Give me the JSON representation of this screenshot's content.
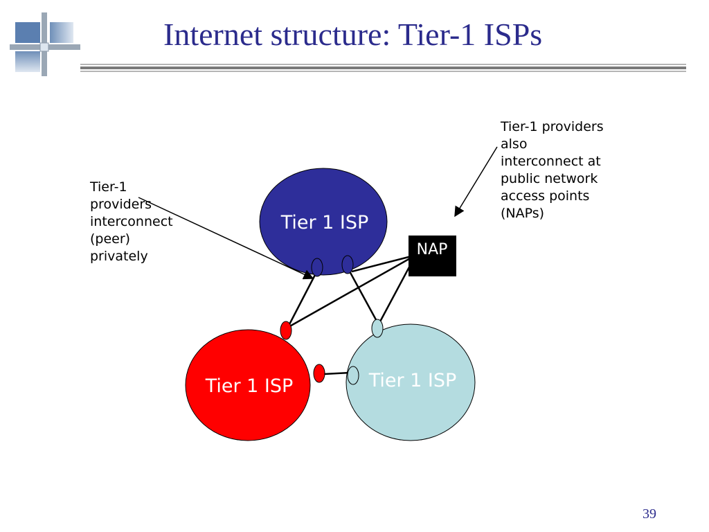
{
  "title": "Internet structure: Tier-1 ISPs",
  "annotations": {
    "private_peering": "Tier-1\nproviders\ninterconnect\n(peer)\nprivately",
    "public_naps": "Tier-1 providers\nalso\ninterconnect at\npublic network\naccess points\n(NAPs)"
  },
  "isps": [
    {
      "label": "Tier 1 ISP",
      "color": "#2e2e9a",
      "text_color": "#ffffff"
    },
    {
      "label": "Tier 1 ISP",
      "color": "#ff0000",
      "text_color": "#ffffff"
    },
    {
      "label": "Tier 1 ISP",
      "color": "#b4dce0",
      "text_color": "#ffffff"
    }
  ],
  "nap": {
    "label": "NAP",
    "color": "#000000",
    "text_color": "#ffffff"
  },
  "page_number": "39",
  "colors": {
    "title": "#2b2b8c",
    "rule_dark": "#7a7a7a",
    "rule_light": "#b5b5b5",
    "router_blue": "#2e2e9a",
    "router_red": "#ff0000",
    "router_light": "#b4dce0"
  }
}
